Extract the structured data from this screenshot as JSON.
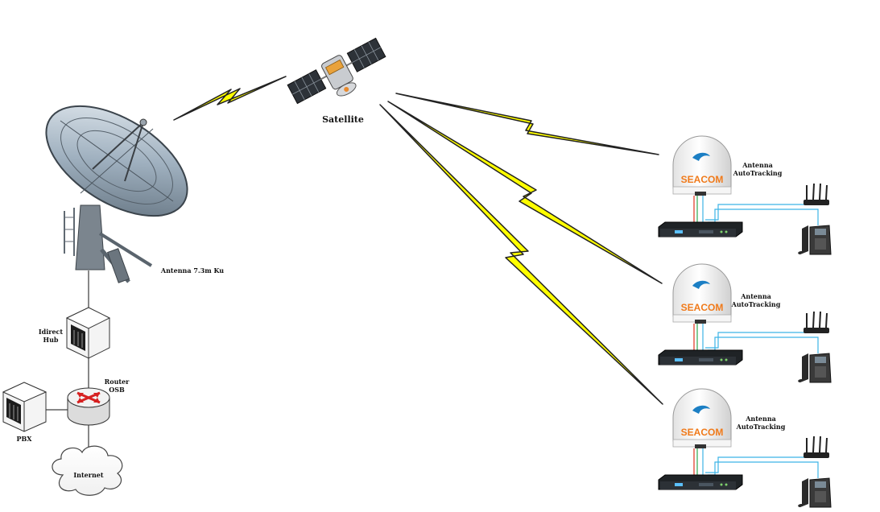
{
  "labels": {
    "satellite": "Satellite",
    "ground_antenna": "Antenna 7.3m Ku",
    "hub": "Idirect\nHub",
    "router": "Router\nOSB",
    "pbx": "PBX",
    "internet": "Internet"
  },
  "remote_sites": [
    {
      "antenna_label": "Antenna\nAutoTracking",
      "brand": "SEACOM"
    },
    {
      "antenna_label": "Antenna\nAutoTracking",
      "brand": "SEACOM"
    },
    {
      "antenna_label": "Antenna\nAutoTracking",
      "brand": "SEACOM"
    }
  ],
  "colors": {
    "link_yellow": "#ffff00",
    "cable_blue": "#3cb4e6",
    "cable_red": "#e0301e",
    "cable_green": "#2fa84f",
    "brand_orange": "#f07a1a",
    "brand_blue": "#1c7fc4"
  },
  "icons": [
    "satellite-icon",
    "dish-antenna-icon",
    "server-icon",
    "router-icon",
    "cloud-icon",
    "radome-icon",
    "modem-icon",
    "wifi-router-icon",
    "ip-phone-icon"
  ]
}
